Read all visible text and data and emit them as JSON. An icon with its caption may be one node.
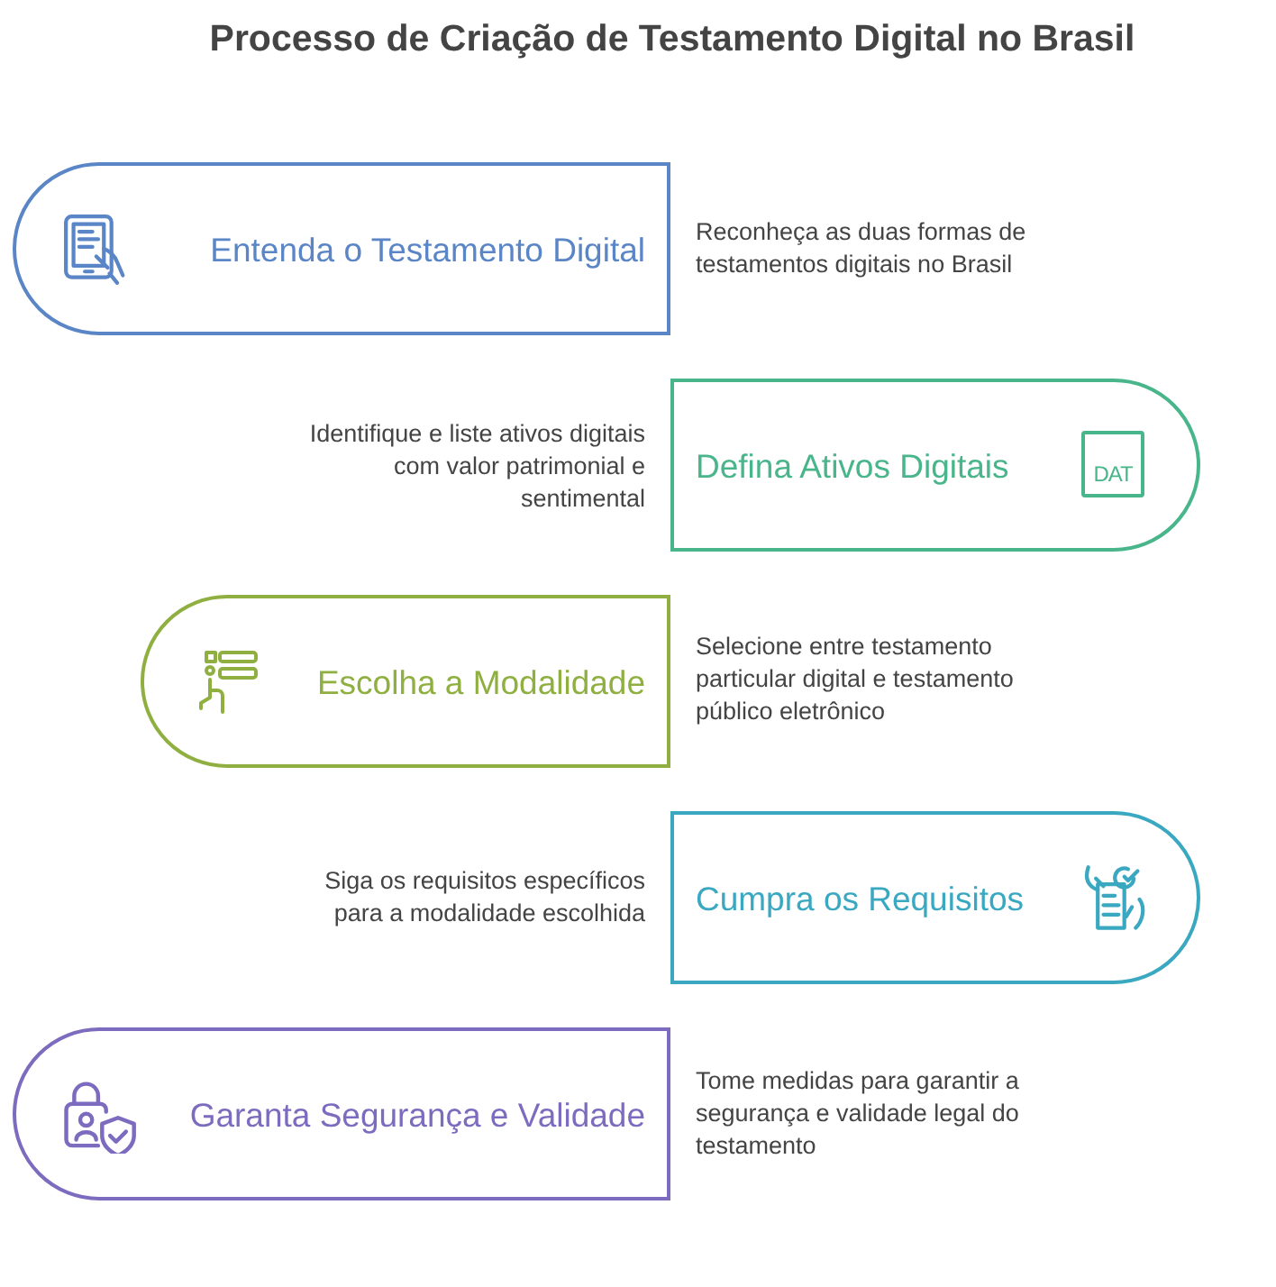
{
  "diagram": {
    "title": "Processo de Criação de Testamento Digital no Brasil",
    "nodes": [
      {
        "text": [
          "Entenda o Testamento Digital"
        ],
        "beside": [
          "Reconheça as duas formas de testamentos digitais no Brasil"
        ]
      },
      {
        "text": [
          "Defina Ativos Digitais"
        ],
        "beside": [
          "Identifique e liste ativos digitais com valor patrimonial e sentimental"
        ]
      },
      {
        "text": [
          "Escolha a Modalidade"
        ],
        "beside": [
          "Selecione entre testamento particular digital e testamento público eletrônico"
        ]
      },
      {
        "text": [
          "Cumpra os Requisitos"
        ],
        "beside": [
          "Siga os requisitos específicos para a modalidade escolhida"
        ]
      },
      {
        "text": [
          "Garanta Segurança e Validade"
        ],
        "beside": [
          "Tome medidas para garantir a segurança e validade legal do testamento"
        ]
      }
    ],
    "labels": [
      "DAT"
    ]
  }
}
